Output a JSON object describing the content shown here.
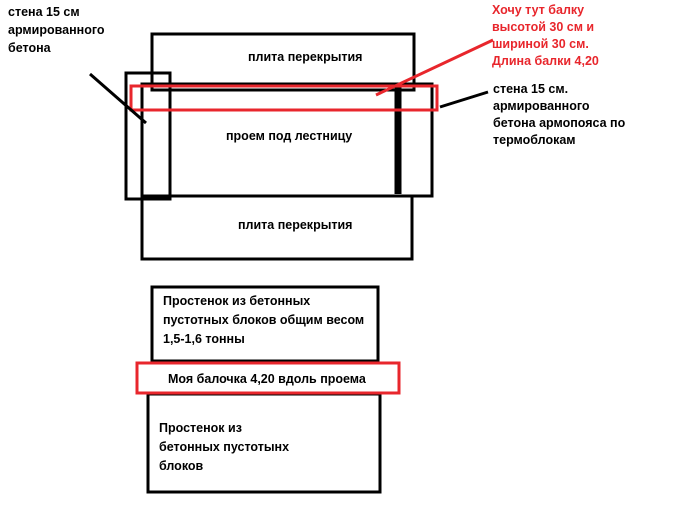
{
  "colors": {
    "outline": "#000000",
    "accent_red": "#e8262c",
    "background": "#ffffff"
  },
  "top_diagram": {
    "upper_slab_label": "плита перекрытия",
    "opening_label": "проем под лестницу",
    "lower_slab_label": "плита перекрытия",
    "left_wall_note": [
      "стена 15 см",
      "армированного",
      "бетона"
    ],
    "right_wall_note": [
      "стена 15 см.",
      "армированного",
      "бетона армопояса по",
      "термоблокам"
    ],
    "beam_wish_note": [
      "Хочу тут балку",
      "высотой 30 см и",
      "шириной 30 см.",
      "Длина балки 4,20"
    ]
  },
  "bottom_diagram": {
    "upper_wall_label": [
      "Простенок из бетонных",
      "пустотных блоков общим весом",
      "1,5-1,6 тонны"
    ],
    "beam_label": "Моя балочка 4,20 вдоль проема",
    "lower_wall_label": [
      "Простенок из",
      "бетонных пустотынх",
      "блоков"
    ]
  }
}
